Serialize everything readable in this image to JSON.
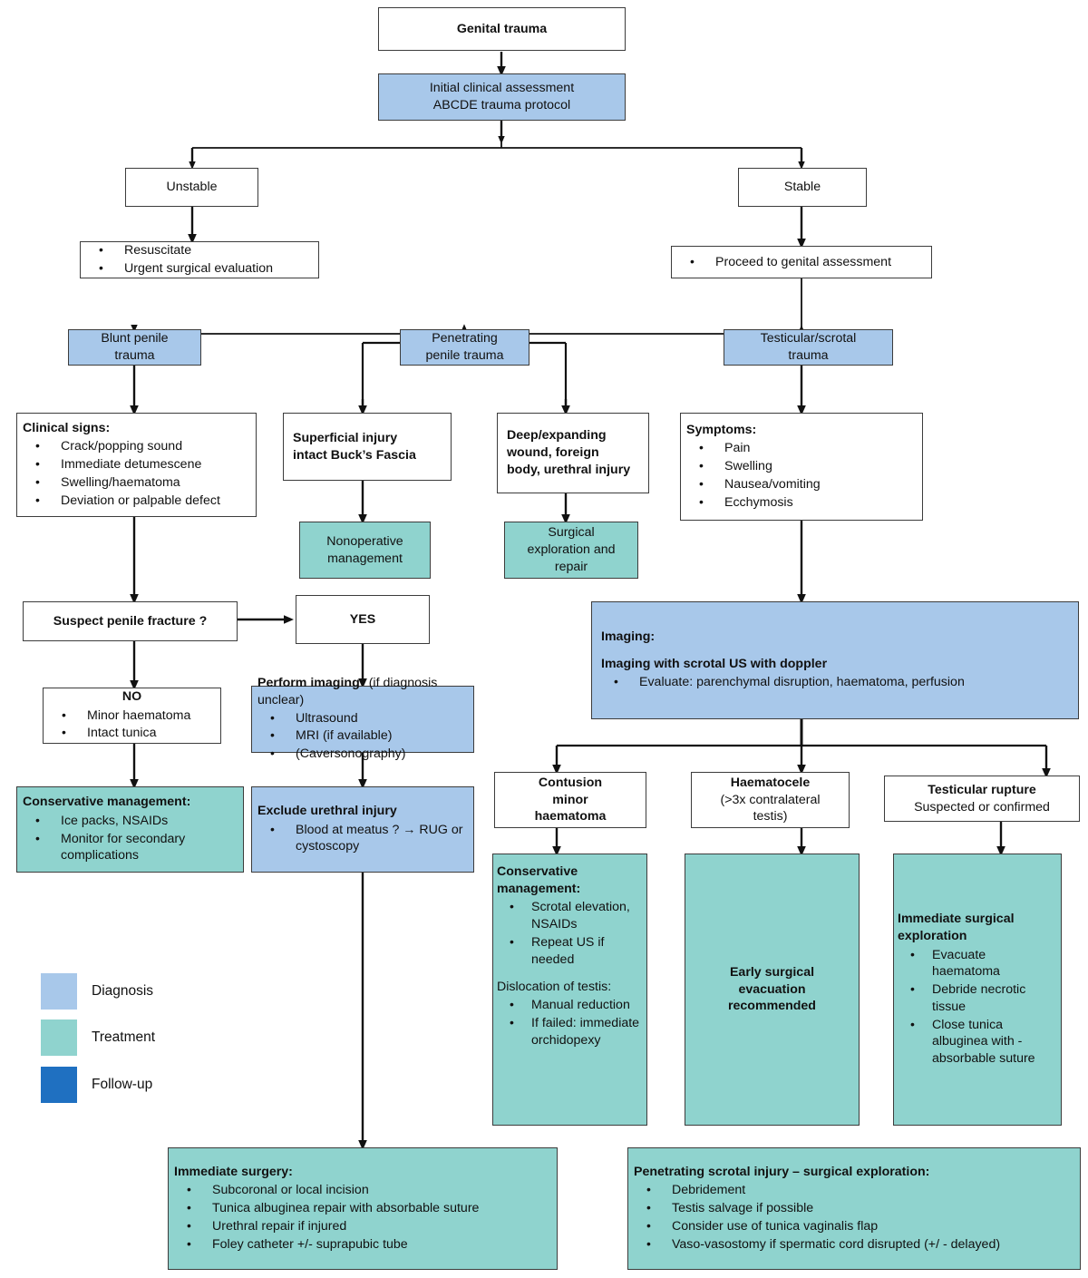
{
  "colors": {
    "diagnosis": "#a8c8ea",
    "treatment": "#8fd3ce",
    "followup": "#1f70c1",
    "border": "#3c3c3c",
    "line": "#111111",
    "background": "#ffffff"
  },
  "nodes": {
    "genital_trauma": {
      "title": "Genital trauma",
      "type": "plain"
    },
    "initial_assessment": {
      "line1": "Initial clinical assessment",
      "line2": "ABCDE trauma protocol",
      "type": "diagnosis"
    },
    "unstable": {
      "title": "Unstable",
      "type": "plain"
    },
    "stable": {
      "title": "Stable",
      "type": "plain"
    },
    "unstable_actions": {
      "type": "plain",
      "items": [
        "Resuscitate",
        "Urgent surgical evaluation"
      ]
    },
    "stable_actions": {
      "type": "plain",
      "items": [
        "Proceed to genital assessment"
      ]
    },
    "blunt_penile": {
      "line1": "Blunt penile",
      "line2": "trauma",
      "type": "diagnosis"
    },
    "penetrating_penile": {
      "line1": "Penetrating",
      "line2": "penile trauma",
      "type": "diagnosis"
    },
    "testicular_scrotal": {
      "line1": "Testicular/scrotal",
      "line2": "trauma",
      "type": "diagnosis"
    },
    "clinical_signs": {
      "header": "Clinical signs:",
      "type": "plain",
      "items": [
        "Crack/popping sound",
        "Immediate detumescene",
        "Swelling/haematoma",
        "Deviation or palpable defect"
      ]
    },
    "superficial_injury": {
      "line1": "Superficial injury",
      "line2": "intact Buck’s Fascia",
      "type": "plain"
    },
    "deep_wound": {
      "line1": "Deep/expanding",
      "line2": "wound, foreign",
      "line3": "body, urethral injury",
      "type": "plain"
    },
    "symptoms": {
      "header": "Symptoms:",
      "type": "plain",
      "items": [
        "Pain",
        "Swelling",
        "Nausea/vomiting",
        "Ecchymosis"
      ]
    },
    "nonoperative": {
      "line1": "Nonoperative",
      "line2": "management",
      "type": "treatment"
    },
    "surgical_exploration_repair": {
      "line1": "Surgical",
      "line2": "exploration and",
      "line3": "repair",
      "type": "treatment"
    },
    "suspect_fracture": {
      "title": "Suspect penile fracture ?",
      "type": "plain"
    },
    "yes": {
      "title": "YES",
      "type": "plain"
    },
    "imaging": {
      "header": "Imaging:",
      "subheader": "Imaging with scrotal US with doppler",
      "type": "diagnosis",
      "items": [
        "Evaluate: parenchymal disruption, haematoma, perfusion"
      ]
    },
    "no_box": {
      "header": "NO",
      "type": "plain",
      "items": [
        "Minor haematoma",
        "Intact tunica"
      ]
    },
    "perform_imaging": {
      "header": "Perform imaging",
      "header_note": "(if diagnosis unclear)",
      "type": "diagnosis",
      "items": [
        "Ultrasound",
        "MRI (if available)",
        "(Caversonography)"
      ]
    },
    "conservative_penile": {
      "header": "Conservative management:",
      "type": "treatment",
      "items": [
        "Ice packs, NSAIDs",
        "Monitor for secondary complications"
      ]
    },
    "exclude_urethral": {
      "header": "Exclude urethral injury",
      "type": "diagnosis",
      "items": [
        "Blood at meatus ?  → RUG or cystoscopy"
      ]
    },
    "contusion": {
      "line1": "Contusion",
      "line2": "minor",
      "line3": "haematoma",
      "type": "plain"
    },
    "haematocele": {
      "line1": "Haematocele",
      "line2": "(>3x contralateral",
      "line3": "testis)",
      "type": "plain"
    },
    "testicular_rupture": {
      "line1": "Testicular rupture",
      "line2": "Suspected or confirmed",
      "type": "plain"
    },
    "conservative_scrotal": {
      "header": "Conservative management:",
      "type": "treatment",
      "items": [
        "Scrotal elevation, NSAIDs",
        "Repeat US if needed"
      ],
      "subheader": "Dislocation of testis:",
      "items2": [
        "Manual reduction",
        "If failed: immediate orchidopexy"
      ]
    },
    "early_surgical": {
      "line1": "Early surgical",
      "line2": "evacuation",
      "line3": "recommended",
      "type": "treatment"
    },
    "immediate_surgical_exploration": {
      "header": "Immediate surgical exploration",
      "type": "treatment",
      "items": [
        "Evacuate haematoma",
        "Debride necrotic tissue",
        "Close tunica albuginea with - absorbable suture"
      ]
    },
    "immediate_surgery": {
      "header": "Immediate surgery:",
      "type": "treatment",
      "items": [
        "Subcoronal or local incision",
        "Tunica albuginea repair with absorbable suture",
        "Urethral repair if injured",
        "Foley catheter +/- suprapubic tube"
      ]
    },
    "penetrating_scrotal": {
      "header": "Penetrating scrotal injury – surgical exploration:",
      "type": "treatment",
      "items": [
        "Debridement",
        "Testis salvage if possible",
        "Consider use of tunica vaginalis flap",
        "Vaso-vasostomy if spermatic cord disrupted (+/  - delayed)"
      ]
    }
  },
  "legend": {
    "items": [
      {
        "label": "Diagnosis",
        "color": "#a8c8ea"
      },
      {
        "label": "Treatment",
        "color": "#8fd3ce"
      },
      {
        "label": "Follow-up",
        "color": "#1f70c1"
      }
    ]
  }
}
